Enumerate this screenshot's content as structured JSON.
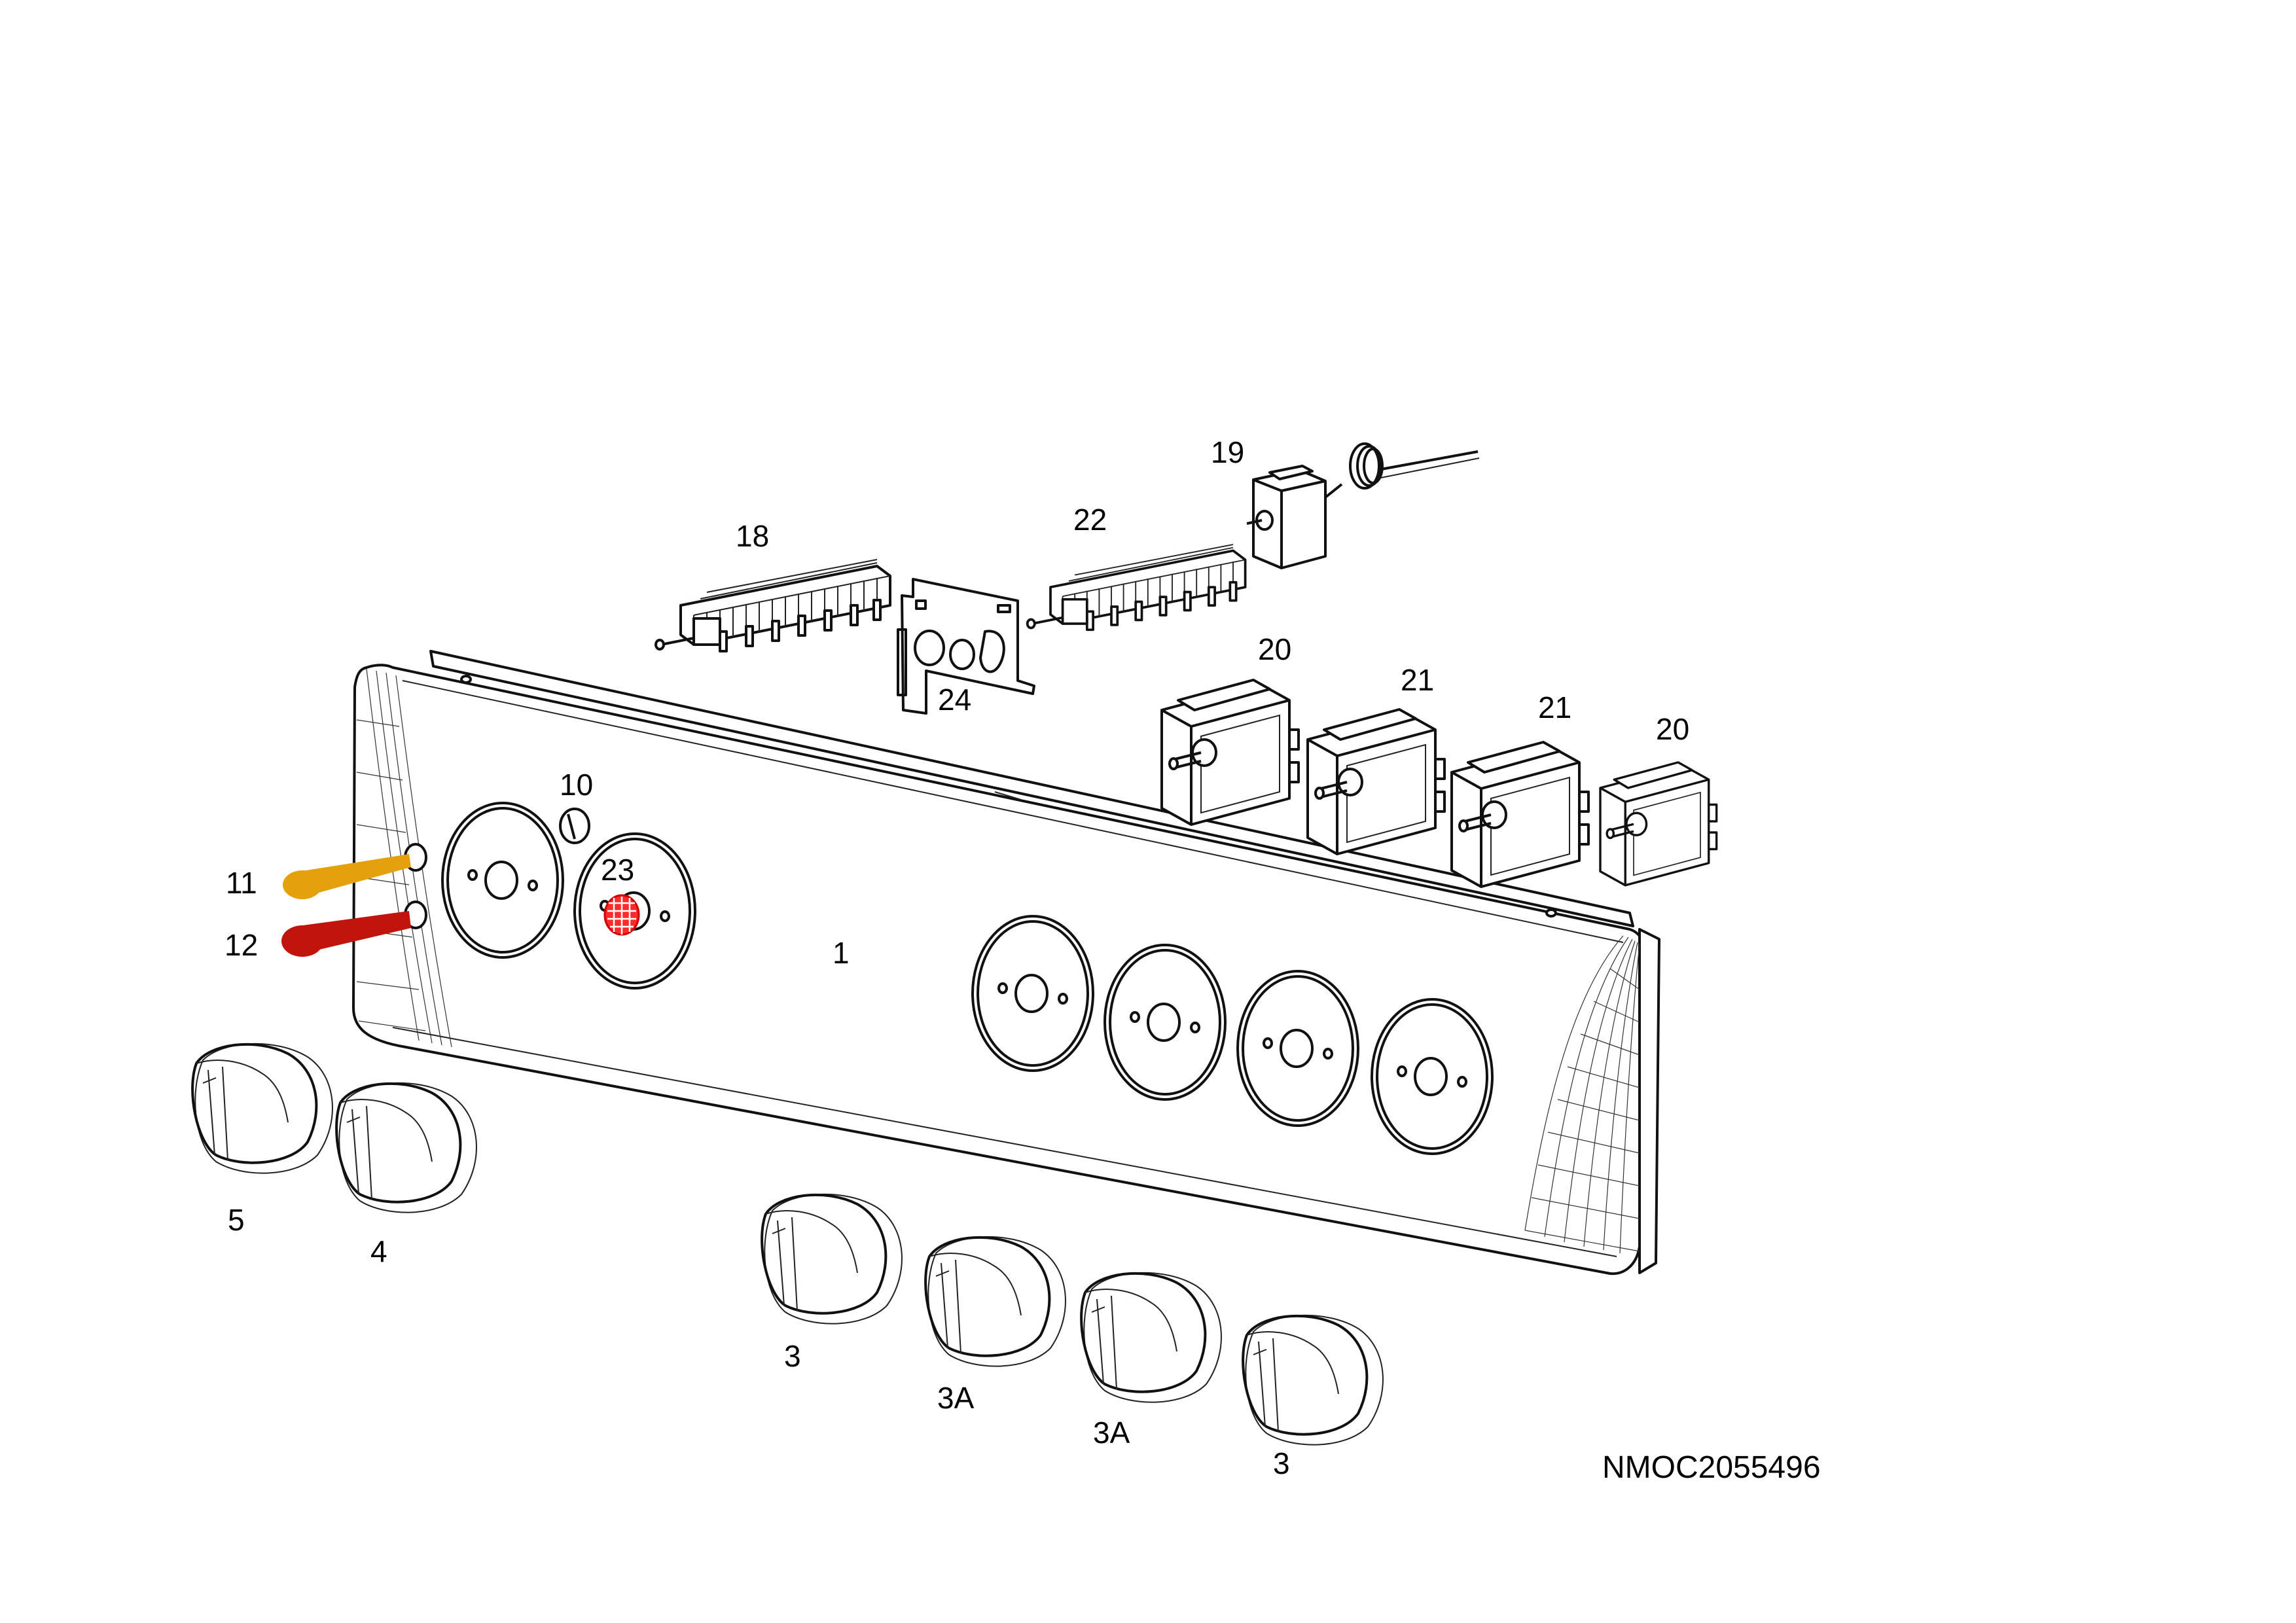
{
  "diagram": {
    "reference_code": "NMOC2055496",
    "parts": [
      {
        "id": "p1",
        "label": "1",
        "name": "control-panel"
      },
      {
        "id": "p3a",
        "label": "3",
        "name": "knob"
      },
      {
        "id": "p3A1",
        "label": "3A",
        "name": "knob"
      },
      {
        "id": "p3A2",
        "label": "3A",
        "name": "knob"
      },
      {
        "id": "p3b",
        "label": "3",
        "name": "knob"
      },
      {
        "id": "p4",
        "label": "4",
        "name": "knob"
      },
      {
        "id": "p5",
        "label": "5",
        "name": "knob"
      },
      {
        "id": "p10",
        "label": "10",
        "name": "small-part"
      },
      {
        "id": "p11",
        "label": "11",
        "name": "indicator-lamp-yellow"
      },
      {
        "id": "p12",
        "label": "12",
        "name": "indicator-lamp-red"
      },
      {
        "id": "p18",
        "label": "18",
        "name": "switch-block"
      },
      {
        "id": "p19",
        "label": "19",
        "name": "thermostat"
      },
      {
        "id": "p20a",
        "label": "20",
        "name": "energy-regulator"
      },
      {
        "id": "p21a",
        "label": "21",
        "name": "energy-regulator"
      },
      {
        "id": "p21b",
        "label": "21",
        "name": "energy-regulator"
      },
      {
        "id": "p20b",
        "label": "20",
        "name": "energy-regulator"
      },
      {
        "id": "p22",
        "label": "22",
        "name": "switch-block"
      },
      {
        "id": "p23",
        "label": "23",
        "name": "red-part"
      },
      {
        "id": "p24",
        "label": "24",
        "name": "bracket"
      }
    ],
    "colors": {
      "line": "#111111",
      "lamp_yellow": "#E5A00D",
      "lamp_red": "#C0140C",
      "part_23_red": "#FF2A2A"
    }
  }
}
